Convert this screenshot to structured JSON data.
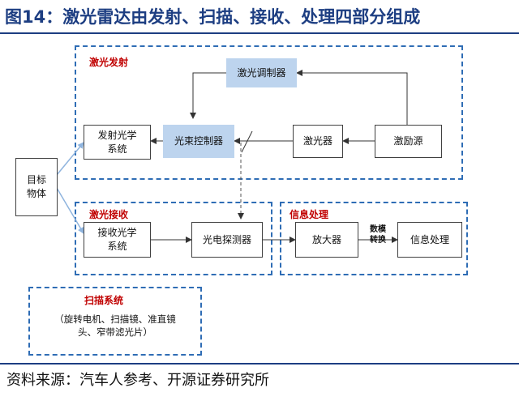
{
  "figure": {
    "title": "图14：激光雷达由发射、扫描、接收、处理四部分组成",
    "source": "资料来源：汽车人参考、开源证券研究所"
  },
  "groups": {
    "emission": {
      "label": "激光发射"
    },
    "receiving": {
      "label": "激光接收"
    },
    "processing": {
      "label": "信息处理"
    },
    "scanning": {
      "label": "扫描系统",
      "desc_line1": "（旋转电机、扫描镜、准直镜",
      "desc_line2": "头、窄带滤光片）"
    }
  },
  "nodes": {
    "target": {
      "line1": "目标",
      "line2": "物体"
    },
    "modulator": {
      "label": "激光调制器"
    },
    "tx_optics": {
      "line1": "发射光学",
      "line2": "系统"
    },
    "beam_ctrl": {
      "label": "光束控制器"
    },
    "laser": {
      "label": "激光器"
    },
    "excitation": {
      "label": "激励源"
    },
    "rx_optics": {
      "line1": "接收光学",
      "line2": "系统"
    },
    "photodetector": {
      "label": "光电探测器"
    },
    "amplifier": {
      "label": "放大器"
    },
    "info_proc": {
      "label": "信息处理"
    }
  },
  "adc": {
    "line1": "数模",
    "line2": "转换"
  },
  "colors": {
    "title": "#1d3e82",
    "group_border": "#2f6db5",
    "group_label": "#c00000",
    "highlight_fill": "#bdd4ee",
    "target_link": "#8fb4de"
  }
}
